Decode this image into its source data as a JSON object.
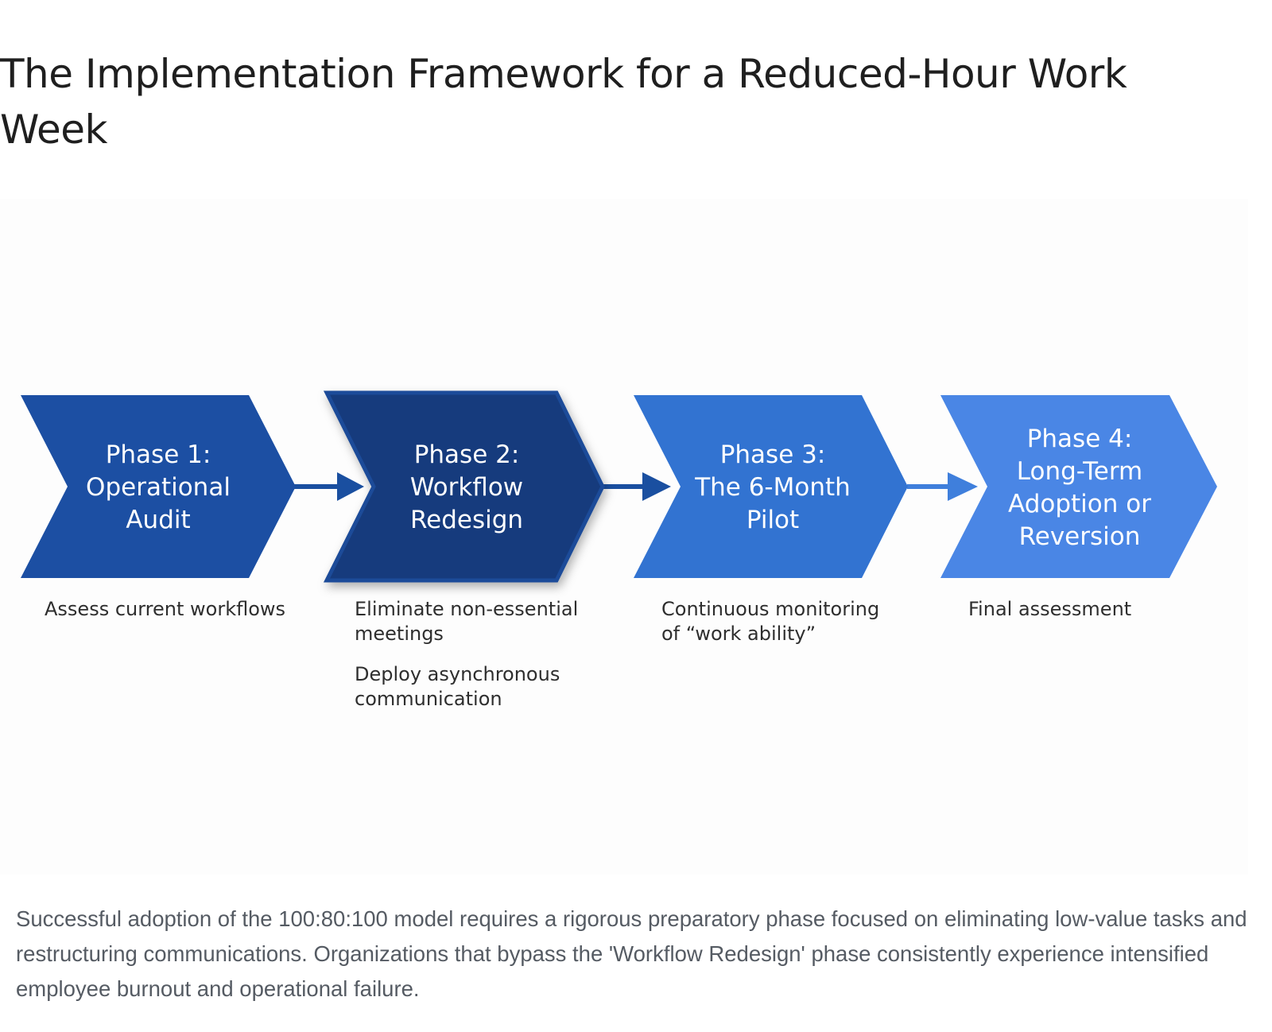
{
  "title": "The Implementation Framework for a Reduced-Hour Work Week",
  "colors": {
    "phase1": "#1c4fa3",
    "phase2": "#143b7d",
    "phase3": "#3273d1",
    "phase4": "#4a86e5",
    "arrow": "#1a4fa0"
  },
  "phases": [
    {
      "label": "Phase 1:\nOperational\nAudit",
      "details": [
        "Assess current workflows"
      ]
    },
    {
      "label": "Phase 2:\nWorkflow\nRedesign",
      "details": [
        "Eliminate non-essential meetings",
        "Deploy asynchronous communication"
      ]
    },
    {
      "label": "Phase 3:\nThe 6-Month\nPilot",
      "details": [
        "Continuous monitoring of “work ability”"
      ]
    },
    {
      "label": "Phase 4:\nLong-Term\nAdoption or\nReversion",
      "details": [
        "Final assessment"
      ]
    }
  ],
  "caption": "Successful adoption of the 100:80:100 model requires a rigorous preparatory phase focused on eliminating low-value tasks and restructuring communications. Organizations that bypass the 'Workflow Redesign' phase consistently experience intensified employee burnout and operational failure."
}
